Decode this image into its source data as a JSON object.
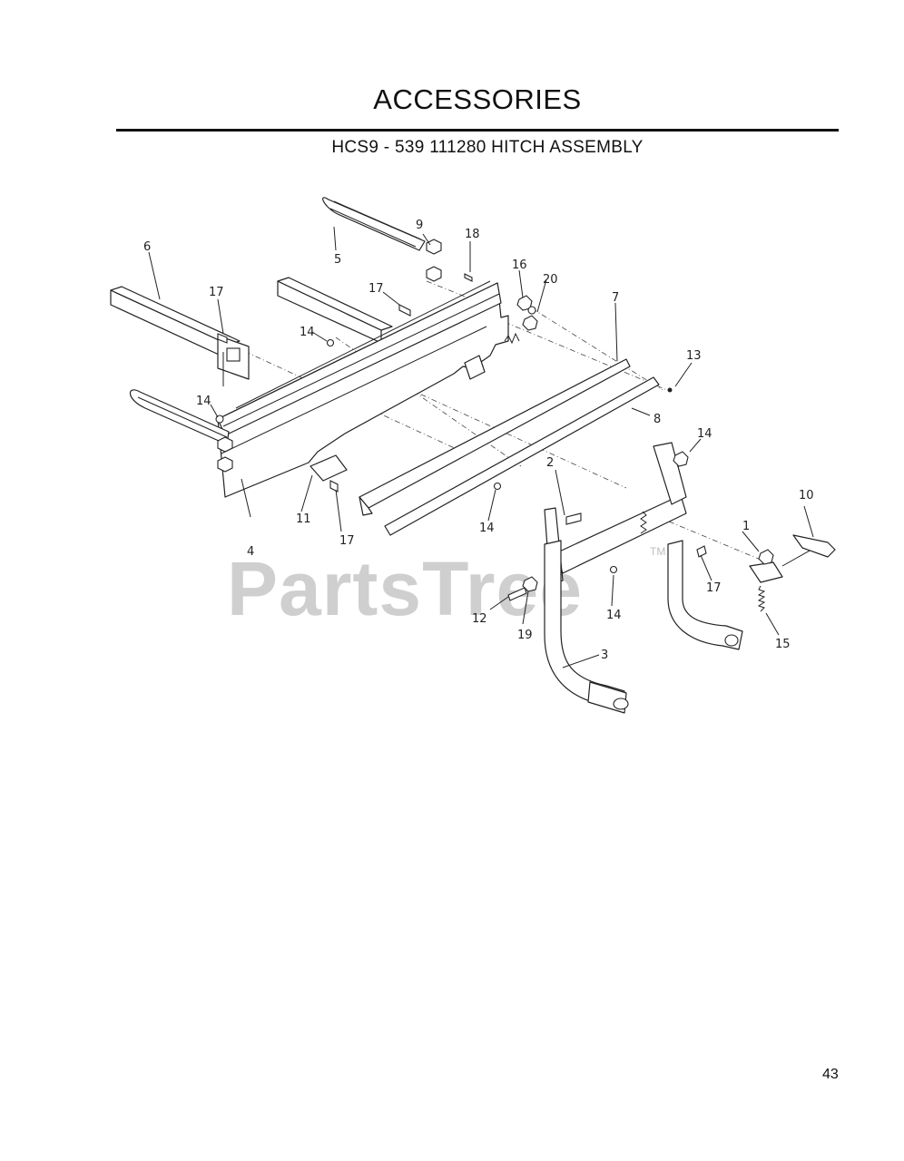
{
  "header": {
    "title": "ACCESSORIES",
    "subtitle": "HCS9 - 539 111280  HITCH ASSEMBLY"
  },
  "watermark": {
    "text": "PartsTree",
    "tm": "TM"
  },
  "callouts": {
    "c1": "1",
    "c2": "2",
    "c3": "3",
    "c4": "4",
    "c5": "5",
    "c6": "6",
    "c7": "7",
    "c8": "8",
    "c9": "9",
    "c10": "10",
    "c11": "11",
    "c12": "12",
    "c13": "13",
    "c14": "14",
    "c15": "15",
    "c16": "16",
    "c17": "17",
    "c18": "18",
    "c19": "19",
    "c20": "20"
  },
  "footer": {
    "page_number": "43"
  }
}
